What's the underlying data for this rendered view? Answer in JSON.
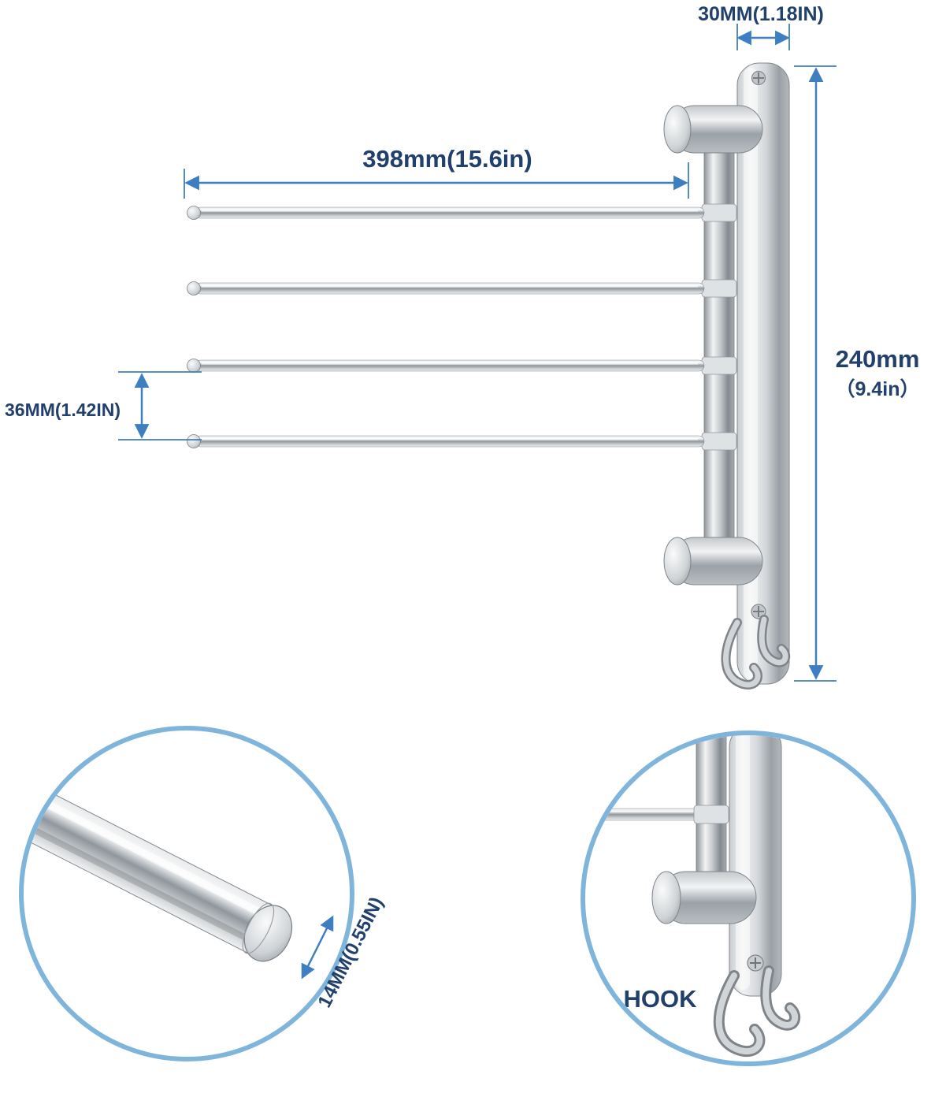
{
  "labels": {
    "dim_plate_width": "30MM(1.18IN)",
    "dim_arm_length": "398mm(15.6in)",
    "dim_height_mm": "240mm",
    "dim_height_in": "（9.4in）",
    "dim_bar_spacing": "36MM(1.42IN)",
    "dim_bar_diameter": "14MM(0.55IN)",
    "hook_label": "HOOK"
  },
  "colors": {
    "dimension_text": "#21406b",
    "dimension_line": "#3e7fc1",
    "inset_circle_stroke": "#7fb5db",
    "chrome_light": "#f2f3f4",
    "chrome_dark": "#8f969c"
  }
}
